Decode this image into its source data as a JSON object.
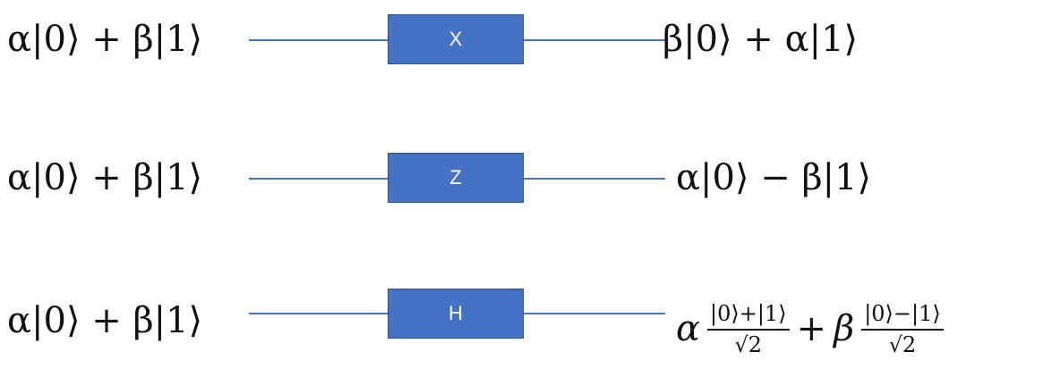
{
  "gates": [
    {
      "input": "α|0⟩ + β|1⟩",
      "label": "X",
      "output": "β|0⟩ + α|1⟩"
    },
    {
      "input": "α|0⟩ + β|1⟩",
      "label": "Z",
      "output": "α|0⟩ − β|1⟩"
    },
    {
      "input": "α|0⟩ + β|1⟩",
      "label": "H",
      "output_terms": [
        {
          "coef": "α",
          "numerator": "|0⟩+|1⟩",
          "denominator": "√2"
        },
        {
          "coef": "β",
          "numerator": "|0⟩−|1⟩",
          "denominator": "√2"
        }
      ],
      "output_operator": "+"
    }
  ],
  "colors": {
    "gate_fill": "#4472c4",
    "gate_border": "#2f528f",
    "wire": "#4472c4",
    "gate_text": "#ffffff"
  }
}
